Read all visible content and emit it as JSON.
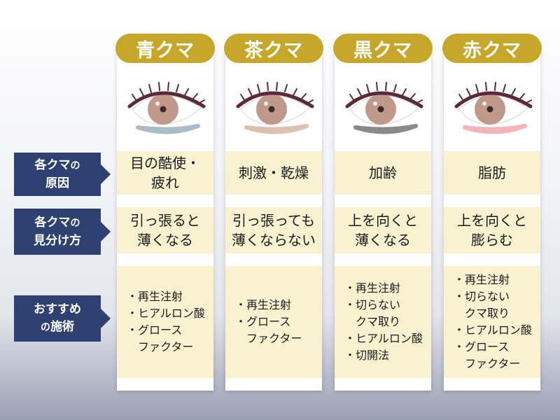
{
  "row_labels": {
    "cause": {
      "part1": "各クマ",
      "part2": "の",
      "line2": "原因"
    },
    "look": {
      "part1": "各クマ",
      "part2": "の",
      "line2": "見分け方"
    },
    "tx": {
      "line1": "おすすめ",
      "part1": "の",
      "part2": "施術"
    }
  },
  "colors": {
    "header_gold": "#c6a729",
    "label_navy": "#2e4170",
    "cell_cream": "#f8f2d0"
  },
  "columns": [
    {
      "title": "青クマ",
      "cause": "目の酷使・\n疲れ",
      "look": "引っ張ると\n薄くなる",
      "treatments": [
        "・再生注射",
        "・ヒアルロン酸",
        "・グロース",
        "　ファクター"
      ],
      "shadow_color": "#a9bcc8"
    },
    {
      "title": "茶クマ",
      "cause": "刺激・乾燥",
      "look": "引っ張っても\n薄くならない",
      "treatments": [
        "・再生注射",
        "・グロース",
        "　ファクター"
      ],
      "shadow_color": "#dcc1b3"
    },
    {
      "title": "黒クマ",
      "cause": "加齢",
      "look": "上を向くと\n薄くなる",
      "treatments": [
        "・再生注射",
        "・切らない",
        "　クマ取り",
        "・ヒアルロン酸",
        "・切開法"
      ],
      "shadow_color": "#8a8a8d"
    },
    {
      "title": "赤クマ",
      "cause": "脂肪",
      "look": "上を向くと\n膨らむ",
      "treatments": [
        "・再生注射",
        "・切らない",
        "　クマ取り",
        "・ヒアルロン酸",
        "・グロース",
        "　ファクター"
      ],
      "shadow_color": "#f4b4bb"
    }
  ]
}
